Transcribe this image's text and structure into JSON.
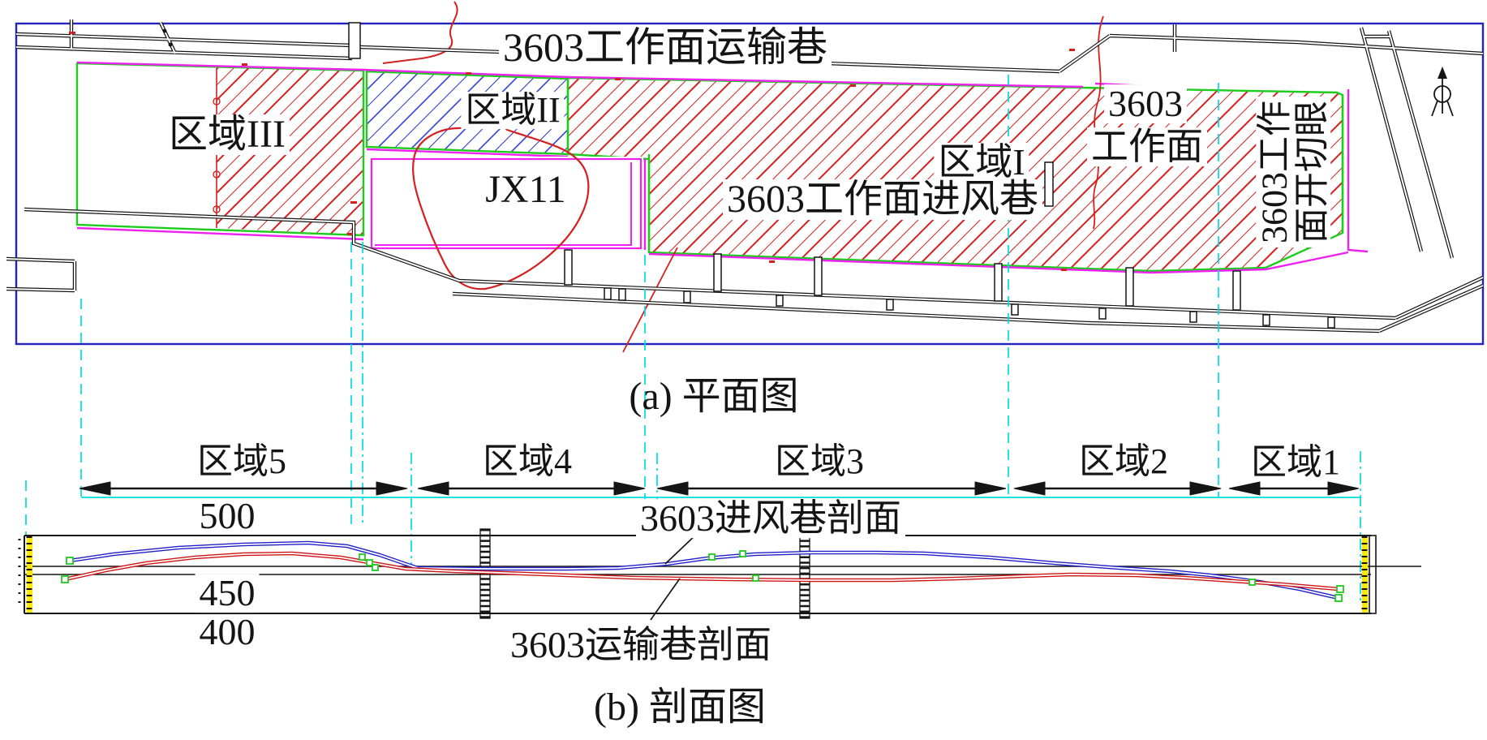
{
  "colors": {
    "border_blue": "#2323bb",
    "hatch_red": "#d42020",
    "hatch_blue": "#2233cc",
    "boundary_green": "#1ecc1e",
    "boundary_magenta": "#ee22ee",
    "section_cyan": "#00dede",
    "profile_blue": "#2020c8",
    "profile_red": "#cc1515",
    "marker_yellow": "#ffe800"
  },
  "plan": {
    "caption": "(a) 平面图",
    "haulage_label": "3603工作面运输巷",
    "region3_label": "区域III",
    "region2_label": "区域II",
    "region1_label": "区域I",
    "jx11_label": "JX11",
    "intake_label": "3603工作面进风巷",
    "face_label_line1": "3603",
    "face_label_line2": "工作面",
    "cut_label_line1": "3603工作",
    "cut_label_line2": "面开切眼",
    "north_icon": "north-arrow"
  },
  "section": {
    "caption": "(b) 剖面图",
    "zones": [
      {
        "label": "区域5"
      },
      {
        "label": "区域4"
      },
      {
        "label": "区域3"
      },
      {
        "label": "区域2"
      },
      {
        "label": "区域1"
      }
    ],
    "elevations": [
      {
        "value": "500"
      },
      {
        "value": "450"
      },
      {
        "value": "400"
      }
    ],
    "intake_profile_label": "3603进风巷剖面",
    "haulage_profile_label": "3603运输巷剖面"
  }
}
